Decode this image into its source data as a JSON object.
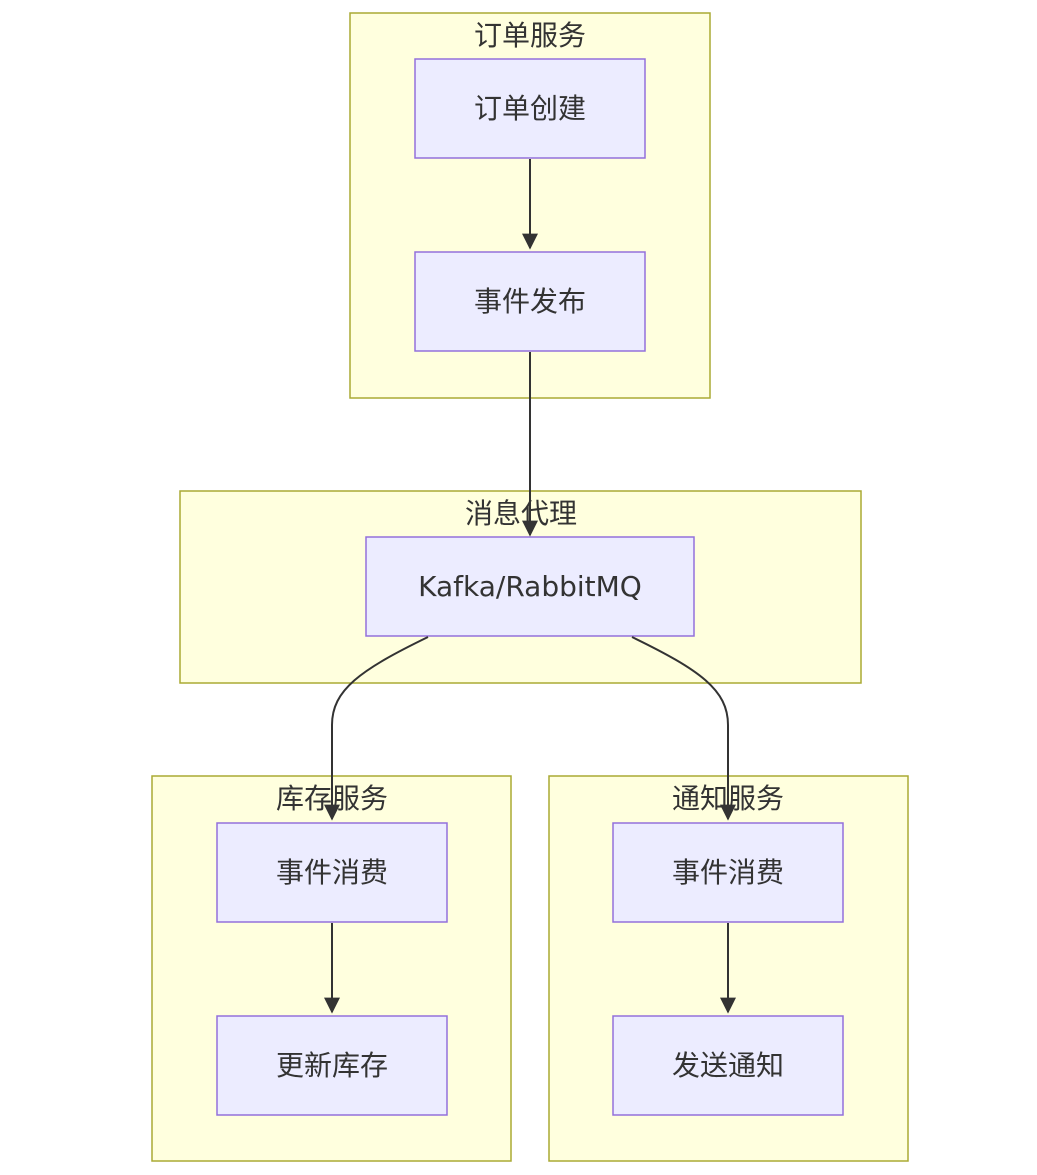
{
  "clusters": {
    "order_service": {
      "title": "订单服务"
    },
    "message_broker": {
      "title": "消息代理"
    },
    "inventory_service": {
      "title": "库存服务"
    },
    "notification_service": {
      "title": "通知服务"
    }
  },
  "nodes": {
    "order_create": {
      "label": "订单创建"
    },
    "event_publish": {
      "label": "事件发布"
    },
    "broker": {
      "label": "Kafka/RabbitMQ"
    },
    "inventory_consume": {
      "label": "事件消费"
    },
    "update_inventory": {
      "label": "更新库存"
    },
    "notification_consume": {
      "label": "事件消费"
    },
    "send_notification": {
      "label": "发送通知"
    }
  },
  "colors": {
    "cluster_fill": "#ffffde",
    "cluster_stroke": "#aaaa33",
    "node_fill": "#ececff",
    "node_stroke": "#9370db",
    "edge": "#333333",
    "text": "#333333"
  }
}
